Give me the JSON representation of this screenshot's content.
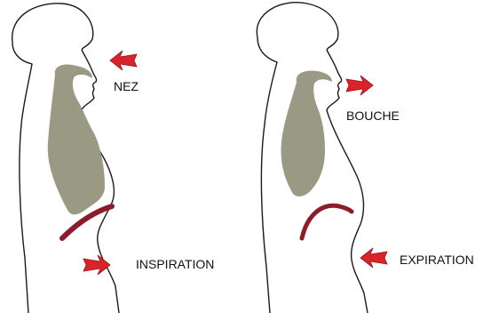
{
  "diagram": {
    "colors": {
      "outline": "#1a1a1a",
      "lung": "#9a9a84",
      "diaphragm": "#8c1c2a",
      "arrow": "#d8232a",
      "arrow_dark": "#9e1519"
    },
    "icons": {
      "arrow": "airflow-arrow-icon"
    },
    "left_panel": {
      "labels": {
        "nose": "NEZ",
        "phase": "INSPIRATION"
      }
    },
    "right_panel": {
      "labels": {
        "mouth": "BOUCHE",
        "phase": "EXPIRATION"
      }
    }
  }
}
